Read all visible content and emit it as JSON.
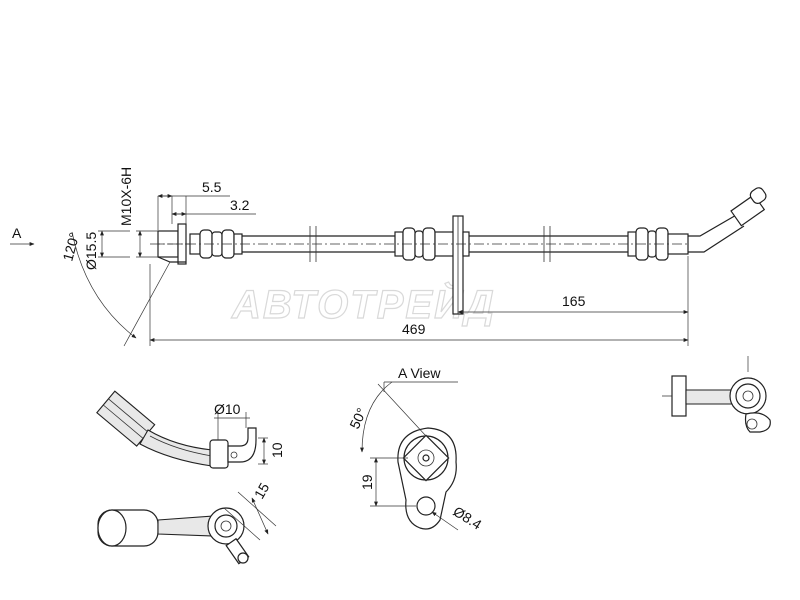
{
  "labels": {
    "thread": "M10X-6H",
    "dim_5_5": "5.5",
    "dim_3_2": "3.2",
    "diam_15_5": "Ø15.5",
    "angle_120": "120°",
    "view_arrow": "A",
    "dim_165": "165",
    "dim_469": "469",
    "diam_10": "Ø10",
    "dim_10": "10",
    "dim_15": "15",
    "view_title": "A  View",
    "angle_50": "50°",
    "dim_19": "19",
    "diam_8_4": "Ø8.4"
  },
  "watermark": "АВТОТРЕЙД",
  "colors": {
    "line": "#222222",
    "background": "#ffffff",
    "watermark_outline": "#d9d9d9"
  }
}
